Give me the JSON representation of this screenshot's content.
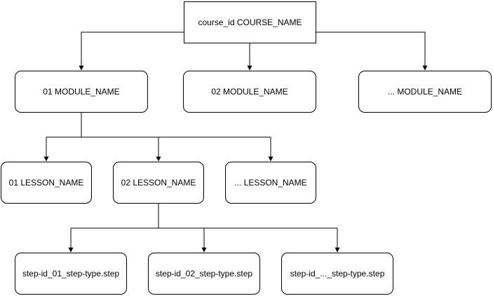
{
  "root": {
    "label": "course_id COURSE_NAME"
  },
  "modules": [
    {
      "label": "01 MODULE_NAME"
    },
    {
      "label": "02 MODULE_NAME"
    },
    {
      "label": "... MODULE_NAME"
    }
  ],
  "lessons": [
    {
      "label": "01 LESSON_NAME"
    },
    {
      "label": "02 LESSON_NAME"
    },
    {
      "label": "... LESSON_NAME"
    }
  ],
  "steps": [
    {
      "label": "step-id_01_step-type.step"
    },
    {
      "label": "step-id_02_step-type.step"
    },
    {
      "label": "step-id_..._step-type.step"
    }
  ],
  "colors": {
    "line": "#000000",
    "node_border": "#000000",
    "background": "#ffffff"
  }
}
